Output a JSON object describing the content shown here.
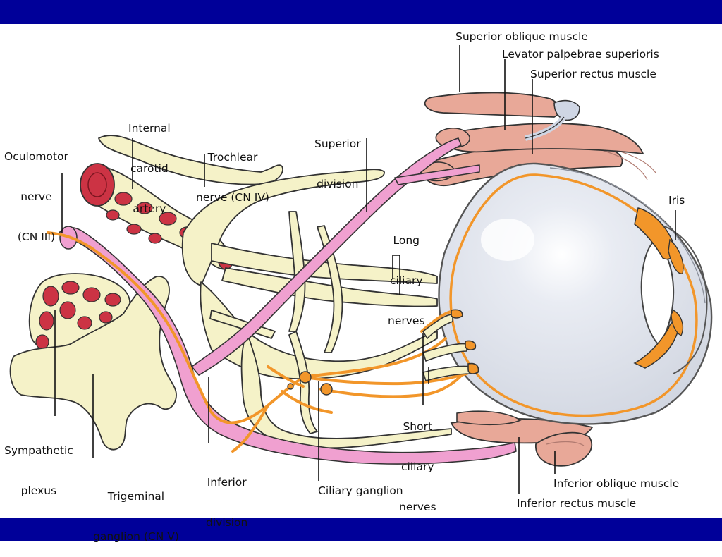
{
  "colors": {
    "band": "#000099",
    "nerve": "#f5f2c8",
    "nerve_outline": "#333333",
    "oculomotor": "#f0a0d0",
    "parasympathetic": "#f2962a",
    "muscle": "#e8a898",
    "eye_fill": "#dfe3ec",
    "eye_outline": "#555555",
    "artery_red": "#cc3344",
    "tendon": "#cfd6e4"
  },
  "labels": {
    "superior_oblique": "Superior oblique muscle",
    "levator": "Levator palpebrae superioris",
    "superior_rectus": "Superior rectus muscle",
    "internal_carotid": [
      "Internal",
      "carotid",
      "artery"
    ],
    "oculomotor": [
      "Oculomotor",
      "nerve",
      "(CN III)"
    ],
    "trochlear": [
      "Trochlear",
      "nerve (CN IV)"
    ],
    "superior_division": [
      "Superior",
      "division"
    ],
    "iris": "Iris",
    "long_ciliary": [
      "Long",
      "ciliary",
      "nerves"
    ],
    "short_ciliary": [
      "Short",
      "ciliary",
      "nerves"
    ],
    "sympathetic": [
      "Sympathetic",
      "plexus"
    ],
    "inferior_division": [
      "Inferior",
      "division"
    ],
    "trigeminal": [
      "Trigeminal",
      "ganglion (CN V)"
    ],
    "ciliary_ganglion": "Ciliary ganglion",
    "inferior_oblique": "Inferior oblique muscle",
    "inferior_rectus": "Inferior rectus muscle"
  }
}
